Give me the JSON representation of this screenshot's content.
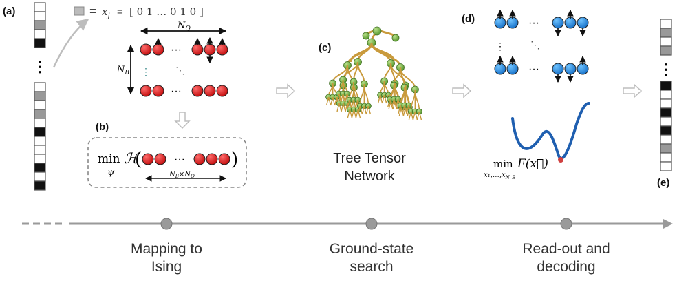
{
  "panels": {
    "a": "(a)",
    "b": "(b)",
    "c": "(c)",
    "d": "(d)",
    "e": "(e)"
  },
  "encoding": {
    "lhs": "x",
    "lhs_sub": "j",
    "eq": "=",
    "vector": "[ 0  1  …  0  1  0 ]"
  },
  "grid": {
    "nq_label": "N",
    "nq_sub": "Q",
    "nb_label": "N",
    "nb_sub": "B",
    "hdots": "···",
    "vdots": "⋮",
    "ddots": "⋱"
  },
  "optimization": {
    "min": "min",
    "min_sub": "ψ",
    "hamiltonian": "ℋ",
    "paren_open": "(",
    "paren_close": ")",
    "dots": "···",
    "size": "N",
    "size_sub": "B",
    "size_times": "×N",
    "size_sub2": "Q"
  },
  "tree_tensor_network": {
    "line1": "Tree Tensor",
    "line2": "Network"
  },
  "readout": {
    "min": "min",
    "min_sub": "x₁,…,x",
    "min_sub_sub": "N_B",
    "objective": "F(x⃗)"
  },
  "timeline": {
    "stages": [
      {
        "line1": "Mapping to",
        "line2": "Ising"
      },
      {
        "line1": "Ground-state",
        "line2": "search"
      },
      {
        "line1": "Read-out and",
        "line2": "decoding"
      }
    ]
  },
  "colors": {
    "red_spin": "#d7191c",
    "blue_spin": "#2b8fd6",
    "tree_node": "#7ab04a",
    "tree_branch": "#c99a3c",
    "timeline": "#9a9a9a",
    "curve": "#1f5fb0"
  }
}
